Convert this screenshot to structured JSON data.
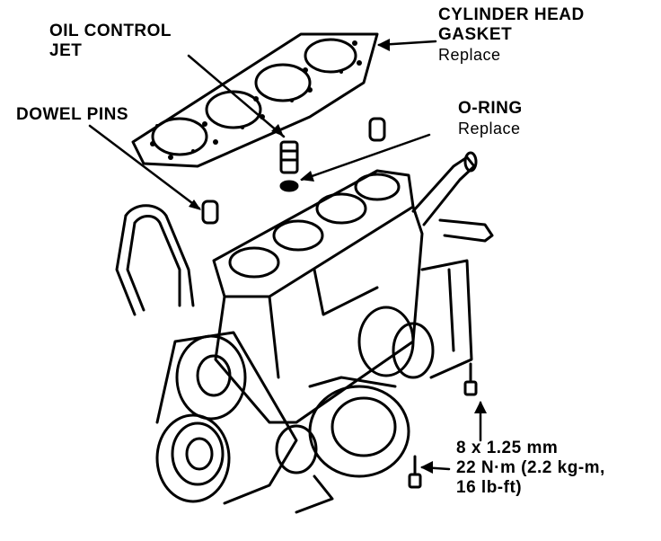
{
  "labels": {
    "oil_control_jet": [
      "OIL CONTROL",
      "JET"
    ],
    "cylinder_head_gasket": [
      "CYLINDER HEAD",
      "GASKET",
      "Replace"
    ],
    "dowel_pins": "DOWEL PINS",
    "o_ring": [
      "O-RING",
      "Replace"
    ],
    "bolt_spec": [
      "8 x 1.25 mm",
      "22 N·m (2.2 kg-m,",
      "16 lb-ft)"
    ]
  }
}
